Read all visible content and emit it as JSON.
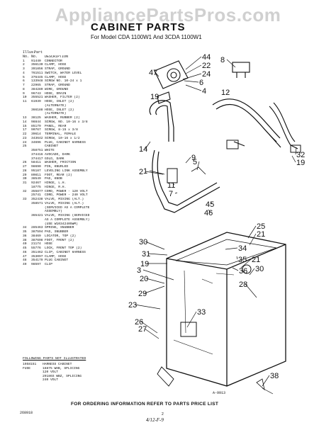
{
  "watermark": "AppliancePartsPros.com",
  "title": "CABINET PARTS",
  "subtitle": "For Model CDA 1100W1 And 3CDA 1100W1",
  "table_headers": {
    "illus1": "Illus.",
    "part1": "Part",
    "no1": "No.",
    "no2": "No.",
    "description": "DESCRIPTION"
  },
  "parts": [
    {
      "no": "1",
      "part": "91440",
      "desc": "CONNECTOR"
    },
    {
      "no": "2",
      "part": "356130",
      "desc": "CLAMP, HOSE"
    },
    {
      "no": "3",
      "part": "391856",
      "desc": "STRAP, GROUND"
    },
    {
      "no": "4",
      "part": "761511",
      "desc": "SWITCH, WATER LEVEL"
    },
    {
      "no": "5",
      "part": "376445",
      "desc": "CLAMP, HOSE"
    },
    {
      "no": "6",
      "part": "133948",
      "desc": "SCREW NO. 10-24 x 1"
    },
    {
      "no": "7",
      "part": "22965",
      "desc": "STRAP, GROUND"
    },
    {
      "no": "8",
      "part": "384289",
      "desc": "WIRE, GROUND"
    },
    {
      "no": "9",
      "part": "96743",
      "desc": "HOSE, DRAIN"
    },
    {
      "no": "10",
      "part": "355521",
      "desc": "WASHER, FILTER (2)"
    },
    {
      "no": "11",
      "part": "61939",
      "desc": "HOSE, INLET (2)"
    },
    {
      "no": "",
      "part": "",
      "desc": "(ALTERNATE)"
    },
    {
      "no": "",
      "part": "366188",
      "desc": "HOSE, INLET (2)"
    },
    {
      "no": "",
      "part": "",
      "desc": "(ALTERNATE)"
    },
    {
      "no": "13",
      "part": "38125",
      "desc": "WASHER, RUBBER (2)"
    },
    {
      "no": "14",
      "part": "98844",
      "desc": "SCREW, NO. 10-16 x 3/8"
    },
    {
      "no": "15",
      "part": "85179",
      "desc": "PANEL, REAR"
    },
    {
      "no": "17",
      "part": "90767",
      "desc": "SCREW, 8-15 x 3/8"
    },
    {
      "no": "22",
      "part": "39614",
      "desc": "TERMINAL, FEMALE"
    },
    {
      "no": "23",
      "part": "343642",
      "desc": "SCREW, 10-16 x 1/2"
    },
    {
      "no": "24",
      "part": "34696",
      "desc": "PLUG, CABINET HARNESS"
    },
    {
      "no": "25",
      "part": "",
      "desc": "CABINET"
    },
    {
      "no": "",
      "part": "358751",
      "desc": "WHITE"
    },
    {
      "no": "",
      "part": "374416",
      "desc": "AVOCADO, DARK"
    },
    {
      "no": "",
      "part": "374417",
      "desc": "GOLD, DARK"
    },
    {
      "no": "26",
      "part": "58411",
      "desc": "WASHER, FRICTION"
    },
    {
      "no": "27",
      "part": "98690",
      "desc": "PIN, KNURLED"
    },
    {
      "no": "28",
      "part": "95187",
      "desc": "LEVELING LINK ASSEMBLY"
    },
    {
      "no": "29",
      "part": "80811",
      "desc": "FOOT, REAR (2)"
    },
    {
      "no": "30",
      "part": "38549",
      "desc": "PAD, KNOB"
    },
    {
      "no": "31",
      "part": "92467",
      "desc": "HINGE, L.H."
    },
    {
      "no": "",
      "part": "18775",
      "desc": "HINGE, R.H."
    },
    {
      "no": "32",
      "part": "355877",
      "desc": "CORD, POWER - 120 VOLT"
    },
    {
      "no": "",
      "part": "25741",
      "desc": "CORD, POWER - 240 VOLT"
    },
    {
      "no": "33",
      "part": "352438",
      "desc": "VALVE, MIXING (ALT.)"
    },
    {
      "no": "",
      "part": "358571",
      "desc": "VALVE, MIXING (ALT.)"
    },
    {
      "no": "",
      "part": "",
      "desc": "(SERVICED AS A COMPLETE"
    },
    {
      "no": "",
      "part": "",
      "desc": "ASSEMBLY)"
    },
    {
      "no": "",
      "part": "365421",
      "desc": "VALVE, MIXING (SERVICED"
    },
    {
      "no": "",
      "part": "",
      "desc": "AS A COMPLETE ASSEMBLY)"
    },
    {
      "no": "",
      "part": "",
      "desc": "(USE W10342405WM)"
    },
    {
      "no": "34",
      "part": "285463",
      "desc": "SPRING, SNUBBER"
    },
    {
      "no": "35",
      "part": "387594",
      "desc": "PAD, SNUBBER"
    },
    {
      "no": "36",
      "part": "38469",
      "desc": "LOCATOR, TOP (2)"
    },
    {
      "no": "38",
      "part": "387698",
      "desc": "FOOT, FRONT (2)"
    },
    {
      "no": "40",
      "part": "21174",
      "desc": "HOSE"
    },
    {
      "no": "45",
      "part": "55776",
      "desc": "LOCK, FRONT TOP (2)"
    },
    {
      "no": "46",
      "part": "351462",
      "desc": "CLIP, CABINET HARNESS"
    },
    {
      "no": "47",
      "part": "353097",
      "desc": "CLAMP, HOSE"
    },
    {
      "no": "48",
      "part": "354179",
      "desc": "PLUG CABINET"
    },
    {
      "no": "49",
      "part": "98597",
      "desc": "CLIP"
    }
  ],
  "not_illustrated_header": "FOLLOWING PARTS NOT ILLUSTRATED",
  "not_illustrated": [
    {
      "no": "",
      "part": "1958151",
      "desc": "HARNESS CABINET"
    },
    {
      "no": "FUSE",
      "part": "",
      "desc": "16875 WHB, SPLICING"
    },
    {
      "no": "",
      "part": "",
      "desc": "120 VOLT"
    },
    {
      "no": "",
      "part": "",
      "desc": "29186S WBZ, SPLICING"
    },
    {
      "no": "",
      "part": "",
      "desc": "240 VOLT"
    }
  ],
  "callouts": [
    "8",
    "44",
    "22",
    "24",
    "47",
    "6",
    "4",
    "19",
    "12",
    "1",
    "14",
    "32",
    "19",
    "11",
    "2",
    "7",
    "5",
    "9",
    "46",
    "45",
    "25",
    "21",
    "30",
    "31",
    "35",
    "19",
    "34",
    "36",
    "3",
    "28",
    "30",
    "21",
    "20",
    "29",
    "33",
    "23",
    "27",
    "26",
    "38"
  ],
  "figure_label": "A-9913",
  "footer": "FOR ORDERING INFORMATION REFER TO PARTS PRICE LIST",
  "page_number": "2",
  "handwriting": "4/12-F-9",
  "doc_id": "268918"
}
